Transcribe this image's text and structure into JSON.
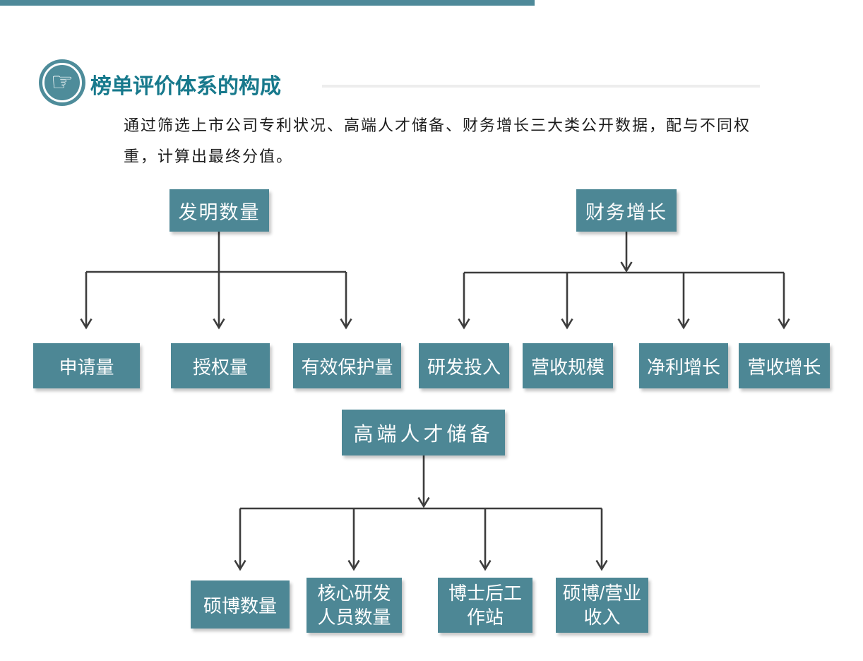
{
  "page": {
    "background": "#ffffff",
    "accent_bar_color": "#4e8999"
  },
  "header": {
    "icon": {
      "name": "pointing-hand-icon",
      "glyph": "☞"
    },
    "title": "榜单评价体系的构成",
    "title_color": "#17798c"
  },
  "intro": {
    "text": "通过筛选上市公司专利状况、高端人才储备、财务增长三大类公开数据，配与不同权重，计算出最终分值。"
  },
  "diagram": {
    "node_color": "#4d8795",
    "node_text_color": "#ffffff",
    "connector_color": "#3d3d3d",
    "groups": [
      {
        "parent": {
          "label": "发明数量"
        },
        "children": [
          {
            "label": "申请量"
          },
          {
            "label": "授权量"
          },
          {
            "label": "有效保护量"
          }
        ]
      },
      {
        "parent": {
          "label": "财务增长"
        },
        "children": [
          {
            "label": "研发投入"
          },
          {
            "label": "营收规模"
          },
          {
            "label": "净利增长"
          },
          {
            "label": "营收增长"
          }
        ]
      },
      {
        "parent": {
          "label": "高端人才储备"
        },
        "children": [
          {
            "label": "硕博数量"
          },
          {
            "label": "核心研发人员数量"
          },
          {
            "label": "博士后工作站"
          },
          {
            "label": "硕博/营业收入"
          }
        ]
      }
    ]
  }
}
